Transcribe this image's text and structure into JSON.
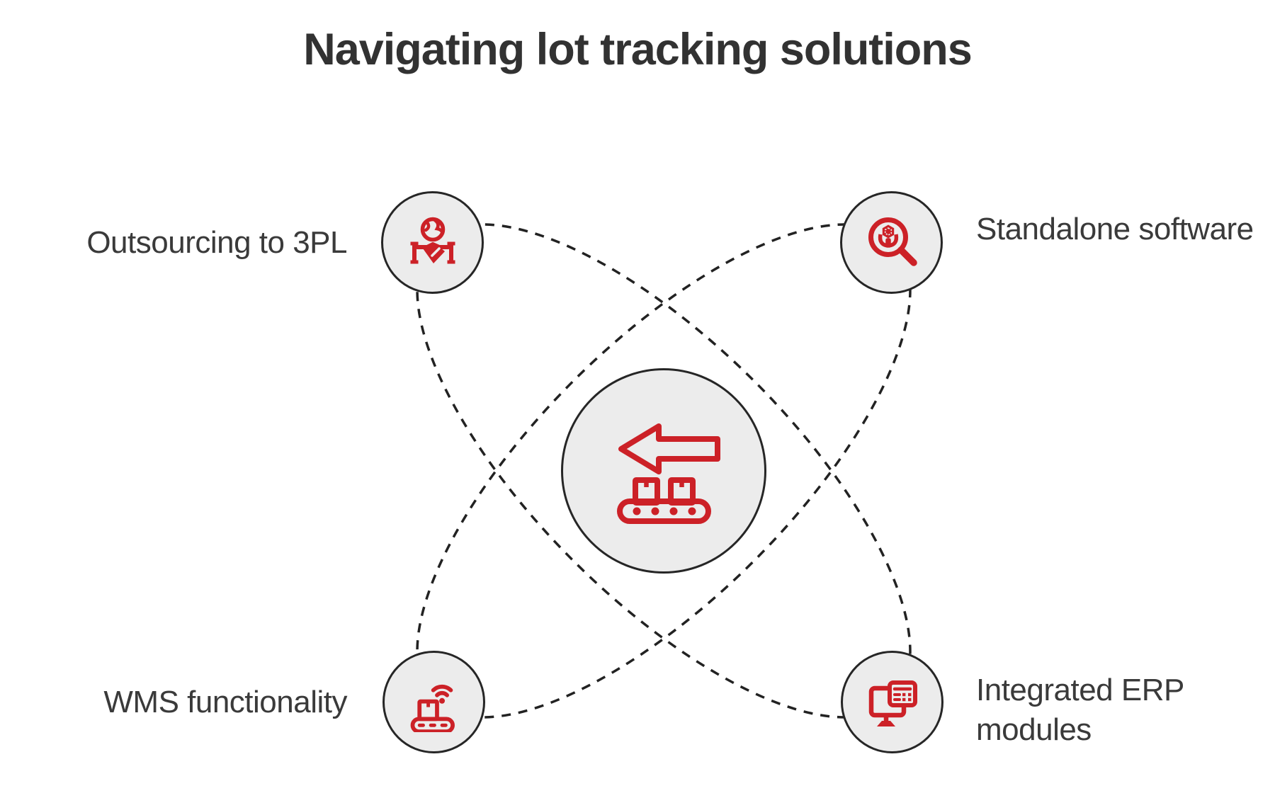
{
  "title": "Navigating lot tracking solutions",
  "colors": {
    "accent_red": "#cc2127",
    "circle_fill": "#ececec",
    "circle_stroke": "#262626",
    "dash_stroke": "#222222",
    "title_color": "#323232",
    "label_color": "#3a3a3a",
    "background": "#ffffff"
  },
  "center": {
    "icon": "conveyor-return-arrow",
    "description": "central hub circle with left arrow over conveyor belt carrying two boxes"
  },
  "orbits": {
    "count": 2,
    "style": "dashed ellipses rotated +45 and -45 degrees crossing at the hub"
  },
  "nodes": [
    {
      "id": "outsourcing-3pl",
      "label": "Outsourcing to 3PL",
      "icon": "handshake-globe",
      "position": "top-left",
      "label_side": "left"
    },
    {
      "id": "standalone-software",
      "label": "Standalone software",
      "icon": "magnifier-component",
      "position": "top-right",
      "label_side": "right"
    },
    {
      "id": "wms-functionality",
      "label": "WMS functionality",
      "icon": "conveyor-wifi",
      "position": "bottom-left",
      "label_side": "left"
    },
    {
      "id": "integrated-erp-modules",
      "label": "Integrated ERP modules",
      "icon": "erp-monitor",
      "position": "bottom-right",
      "label_side": "right"
    }
  ]
}
